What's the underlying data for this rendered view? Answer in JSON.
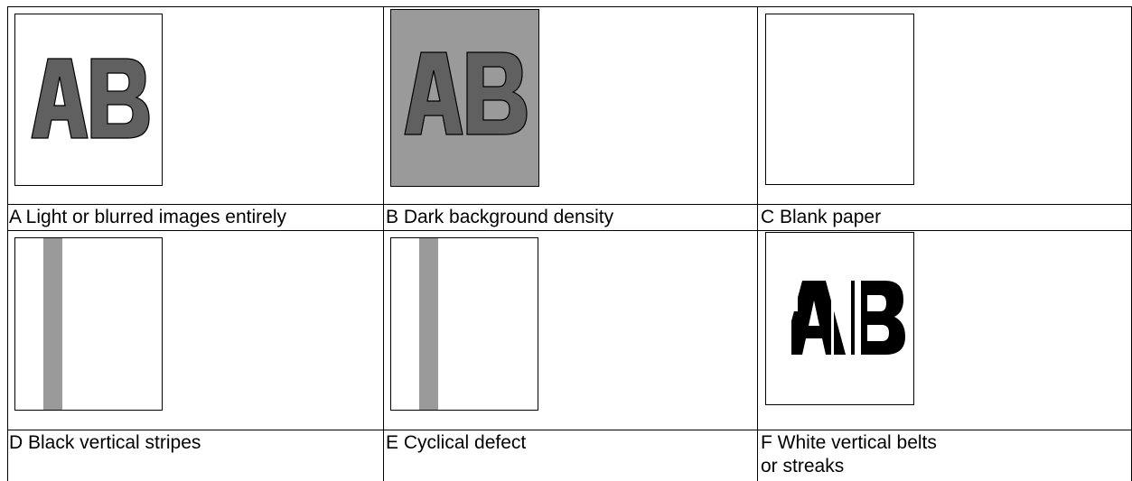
{
  "samples": [
    {
      "id": "A",
      "label": "A Light or blurred images entirely",
      "illustration": "light-ab-print"
    },
    {
      "id": "B",
      "label": "B Dark background density",
      "illustration": "dark-background-ab-print"
    },
    {
      "id": "C",
      "label": "C Blank paper",
      "illustration": "blank-page"
    },
    {
      "id": "D",
      "label": "D Black vertical stripes",
      "illustration": "vertical-stripe-page"
    },
    {
      "id": "E",
      "label": "E Cyclical defect",
      "illustration": "vertical-stripe-page"
    },
    {
      "id": "F",
      "label_lines": [
        "F White vertical belts",
        "or streaks"
      ],
      "illustration": "white-streak-ab-print"
    }
  ],
  "glyph_text": "AB",
  "colors": {
    "letter_gray": "#606060",
    "background_gray": "#9a9a9a",
    "stripe_gray": "#9a9a9a",
    "black": "#000000"
  }
}
